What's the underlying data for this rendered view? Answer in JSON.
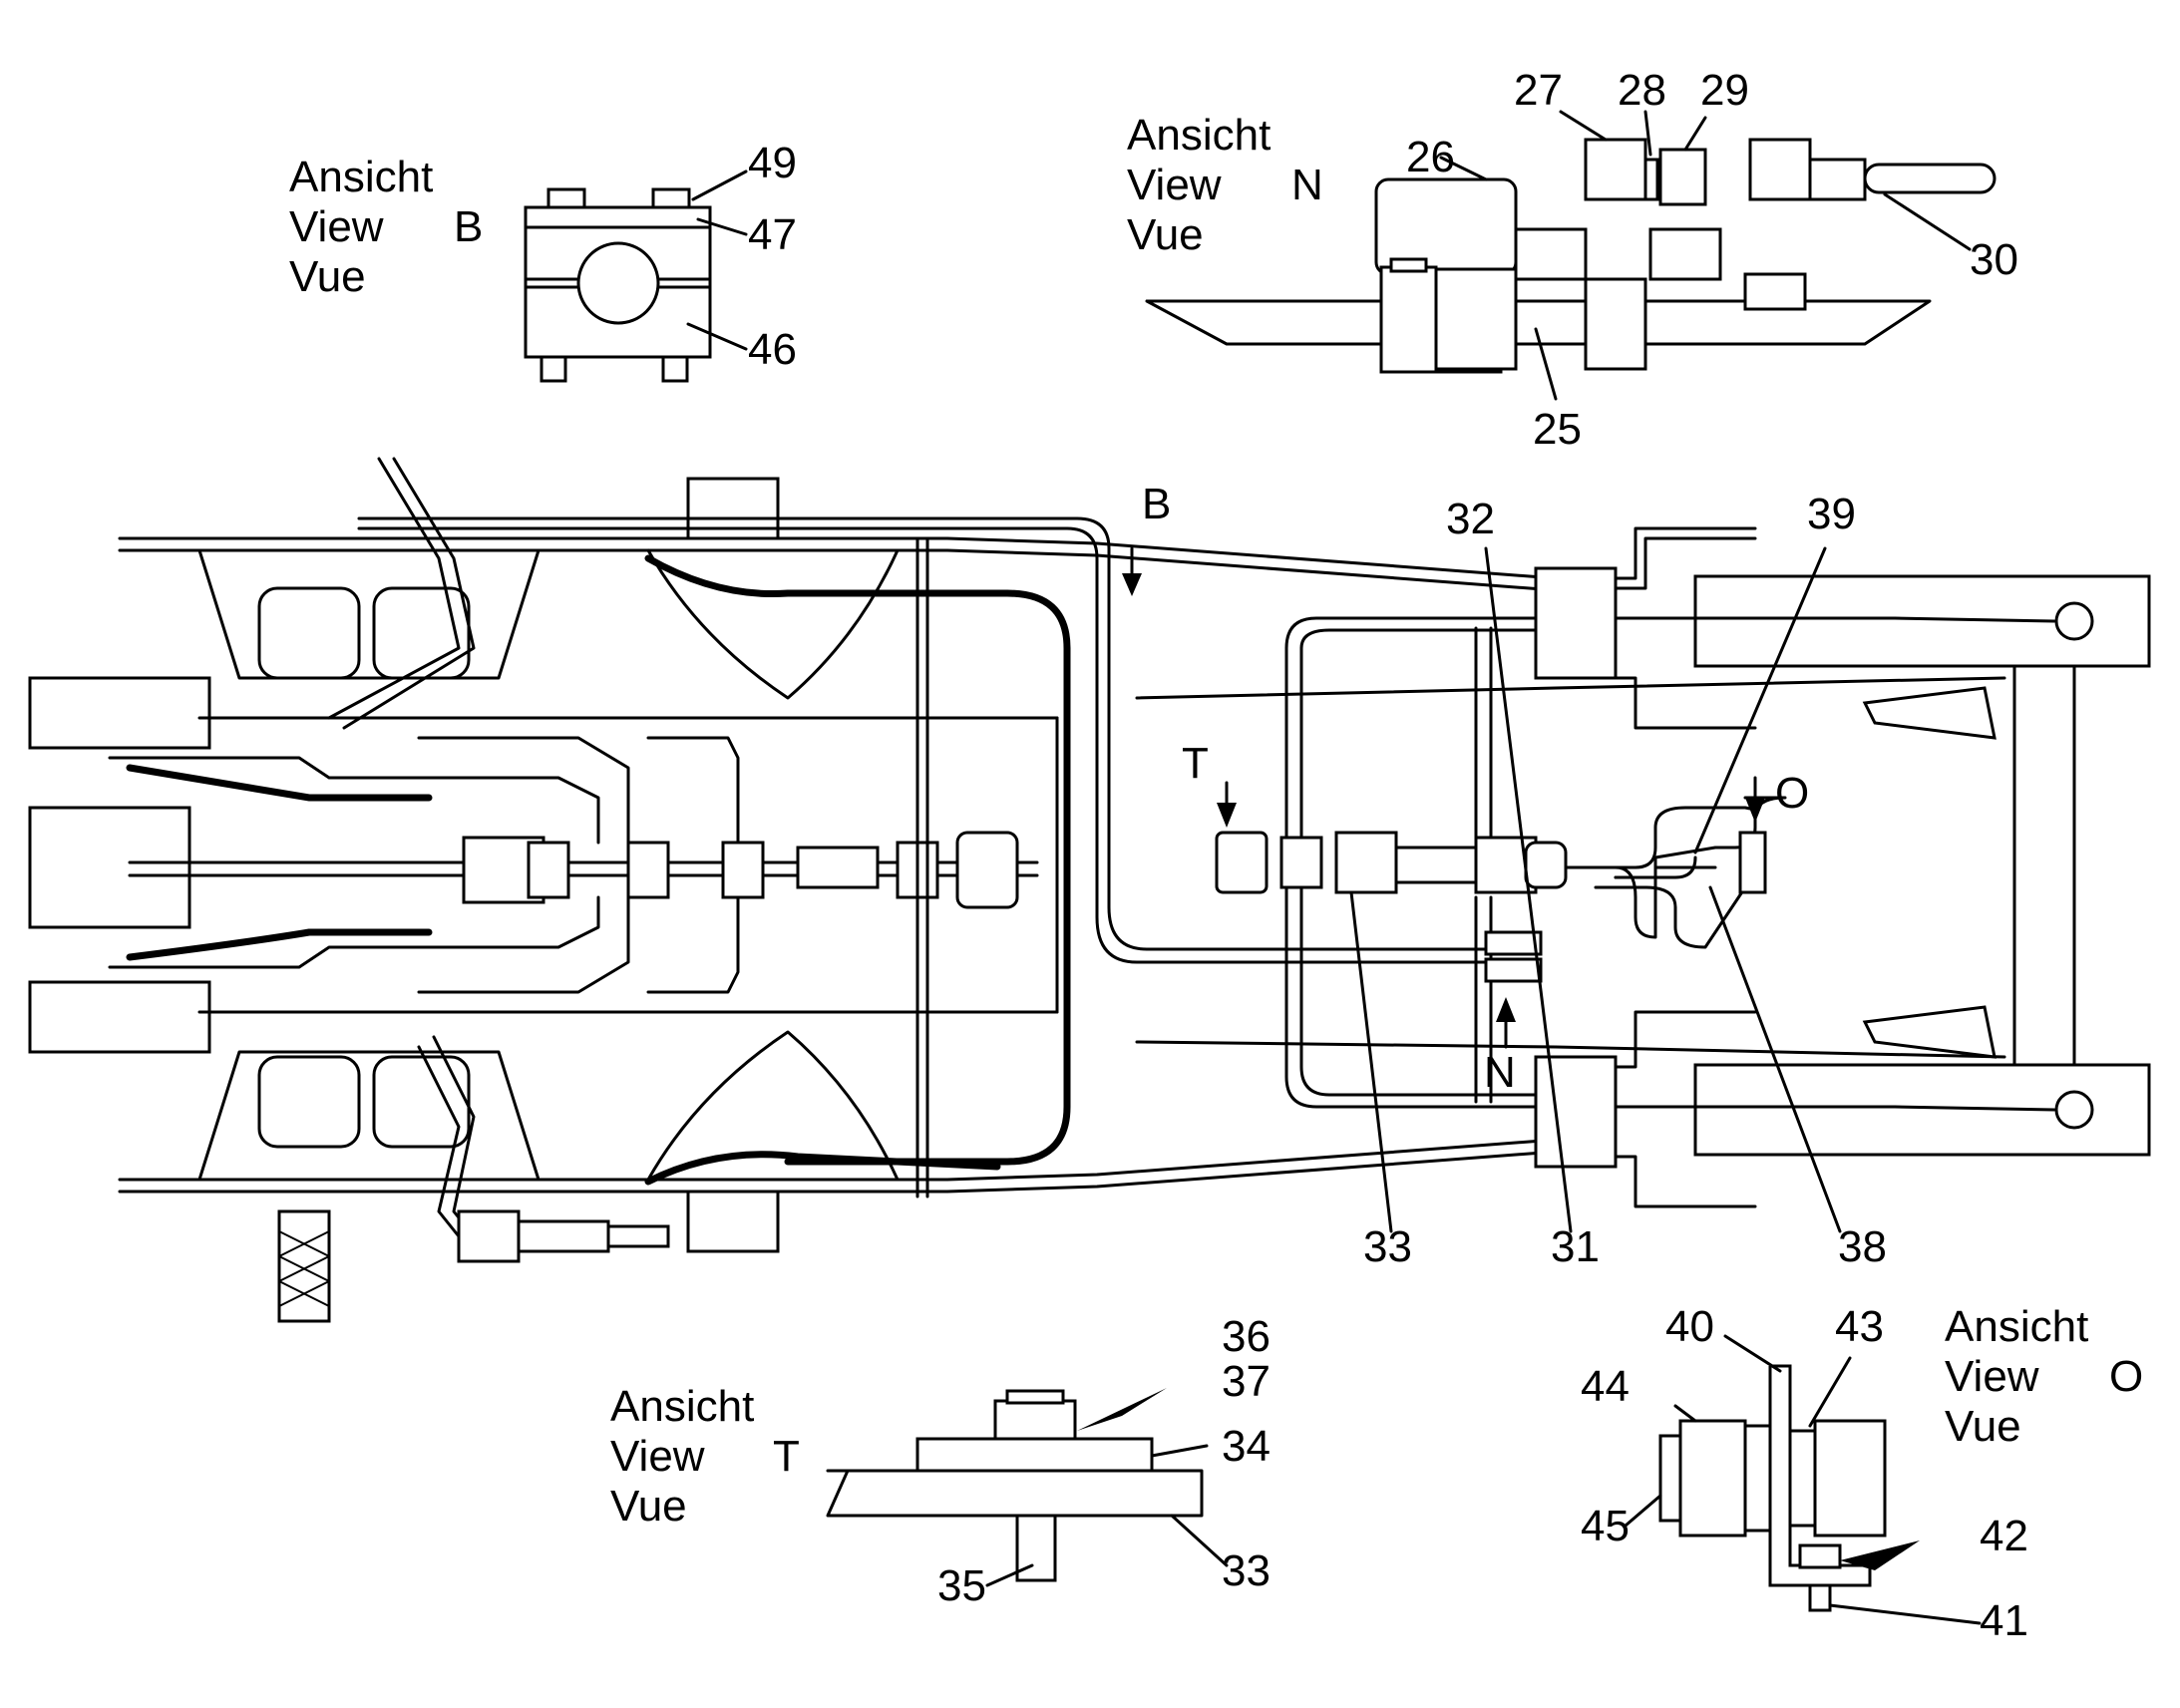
{
  "views": {
    "B": {
      "line1": "Ansicht",
      "line2": "View",
      "line3": "Vue",
      "letter": "B"
    },
    "N": {
      "line1": "Ansicht",
      "line2": "View",
      "line3": "Vue",
      "letter": "N"
    },
    "T": {
      "line1": "Ansicht",
      "line2": "View",
      "line3": "Vue",
      "letter": "T"
    },
    "O": {
      "line1": "Ansicht",
      "line2": "View",
      "line3": "Vue",
      "letter": "O"
    }
  },
  "arrows": {
    "B": "B",
    "T": "T",
    "N": "N",
    "O": "O"
  },
  "callouts": {
    "c25": "25",
    "c26": "26",
    "c27": "27",
    "c28": "28",
    "c29": "29",
    "c30": "30",
    "c31": "31",
    "c32": "32",
    "c33": "33",
    "c33b": "33",
    "c34": "34",
    "c35": "35",
    "c36": "36",
    "c37": "37",
    "c38": "38",
    "c39": "39",
    "c40": "40",
    "c41": "41",
    "c42": "42",
    "c43": "43",
    "c44": "44",
    "c45": "45",
    "c46": "46",
    "c47": "47",
    "c49": "49"
  }
}
